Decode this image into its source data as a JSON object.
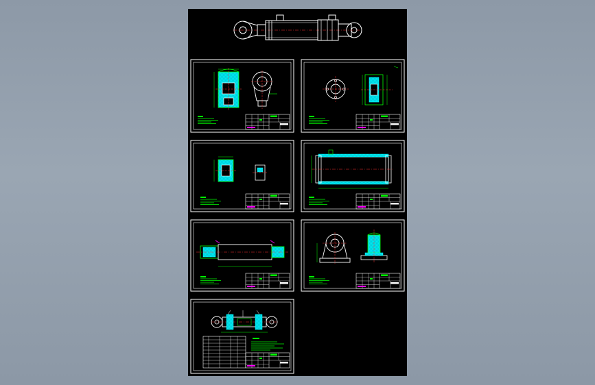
{
  "viewer": {
    "background": "#97a3b0",
    "canvas_color": "#000000"
  },
  "colors": {
    "line": "#ffffff",
    "outline": "#00ff00",
    "hatch": "#00ffff",
    "center": "#ff3333",
    "accent": "#ff00ff",
    "dim": "#ffff00"
  },
  "sheets": [
    {
      "id": "main-assembly-view",
      "kind": "cylinder-assembly"
    },
    {
      "id": "sheet-1",
      "kind": "rod-eye-detail"
    },
    {
      "id": "sheet-2",
      "kind": "flange-detail"
    },
    {
      "id": "sheet-3",
      "kind": "piston-detail"
    },
    {
      "id": "sheet-4",
      "kind": "cylinder-barrel"
    },
    {
      "id": "sheet-5",
      "kind": "piston-rod"
    },
    {
      "id": "sheet-6",
      "kind": "clevis-bracket"
    },
    {
      "id": "sheet-7",
      "kind": "assembly-drawing"
    }
  ]
}
